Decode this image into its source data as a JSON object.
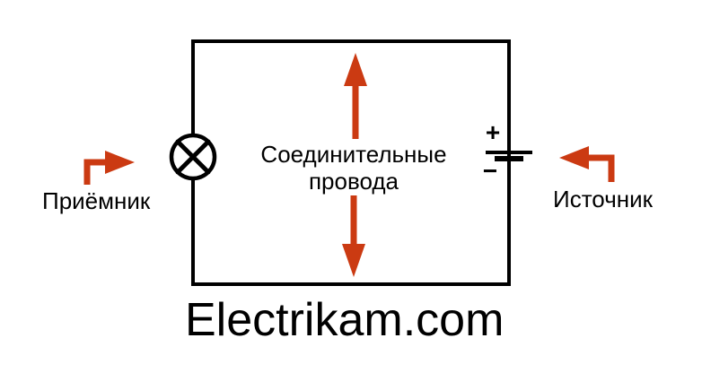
{
  "diagram": {
    "title": "Electrikam.com",
    "labels": {
      "connecting_wires_line1": "Соединительные",
      "connecting_wires_line2": "провода",
      "receiver": "Приёмник",
      "source": "Источник",
      "battery_plus": "+",
      "battery_minus": "−"
    },
    "icons": {
      "lamp": "circle-with-cross-lamp-symbol",
      "battery": "single-cell-battery-symbol",
      "up_arrow": "red-up-arrow",
      "down_arrow": "red-down-arrow",
      "receiver_arrow": "red-elbow-arrow-pointing-right",
      "source_arrow": "red-elbow-arrow-pointing-left"
    },
    "colors": {
      "wire": "#000000",
      "arrow": "#cb3a12",
      "background": "#ffffff",
      "text": "#000000"
    }
  }
}
